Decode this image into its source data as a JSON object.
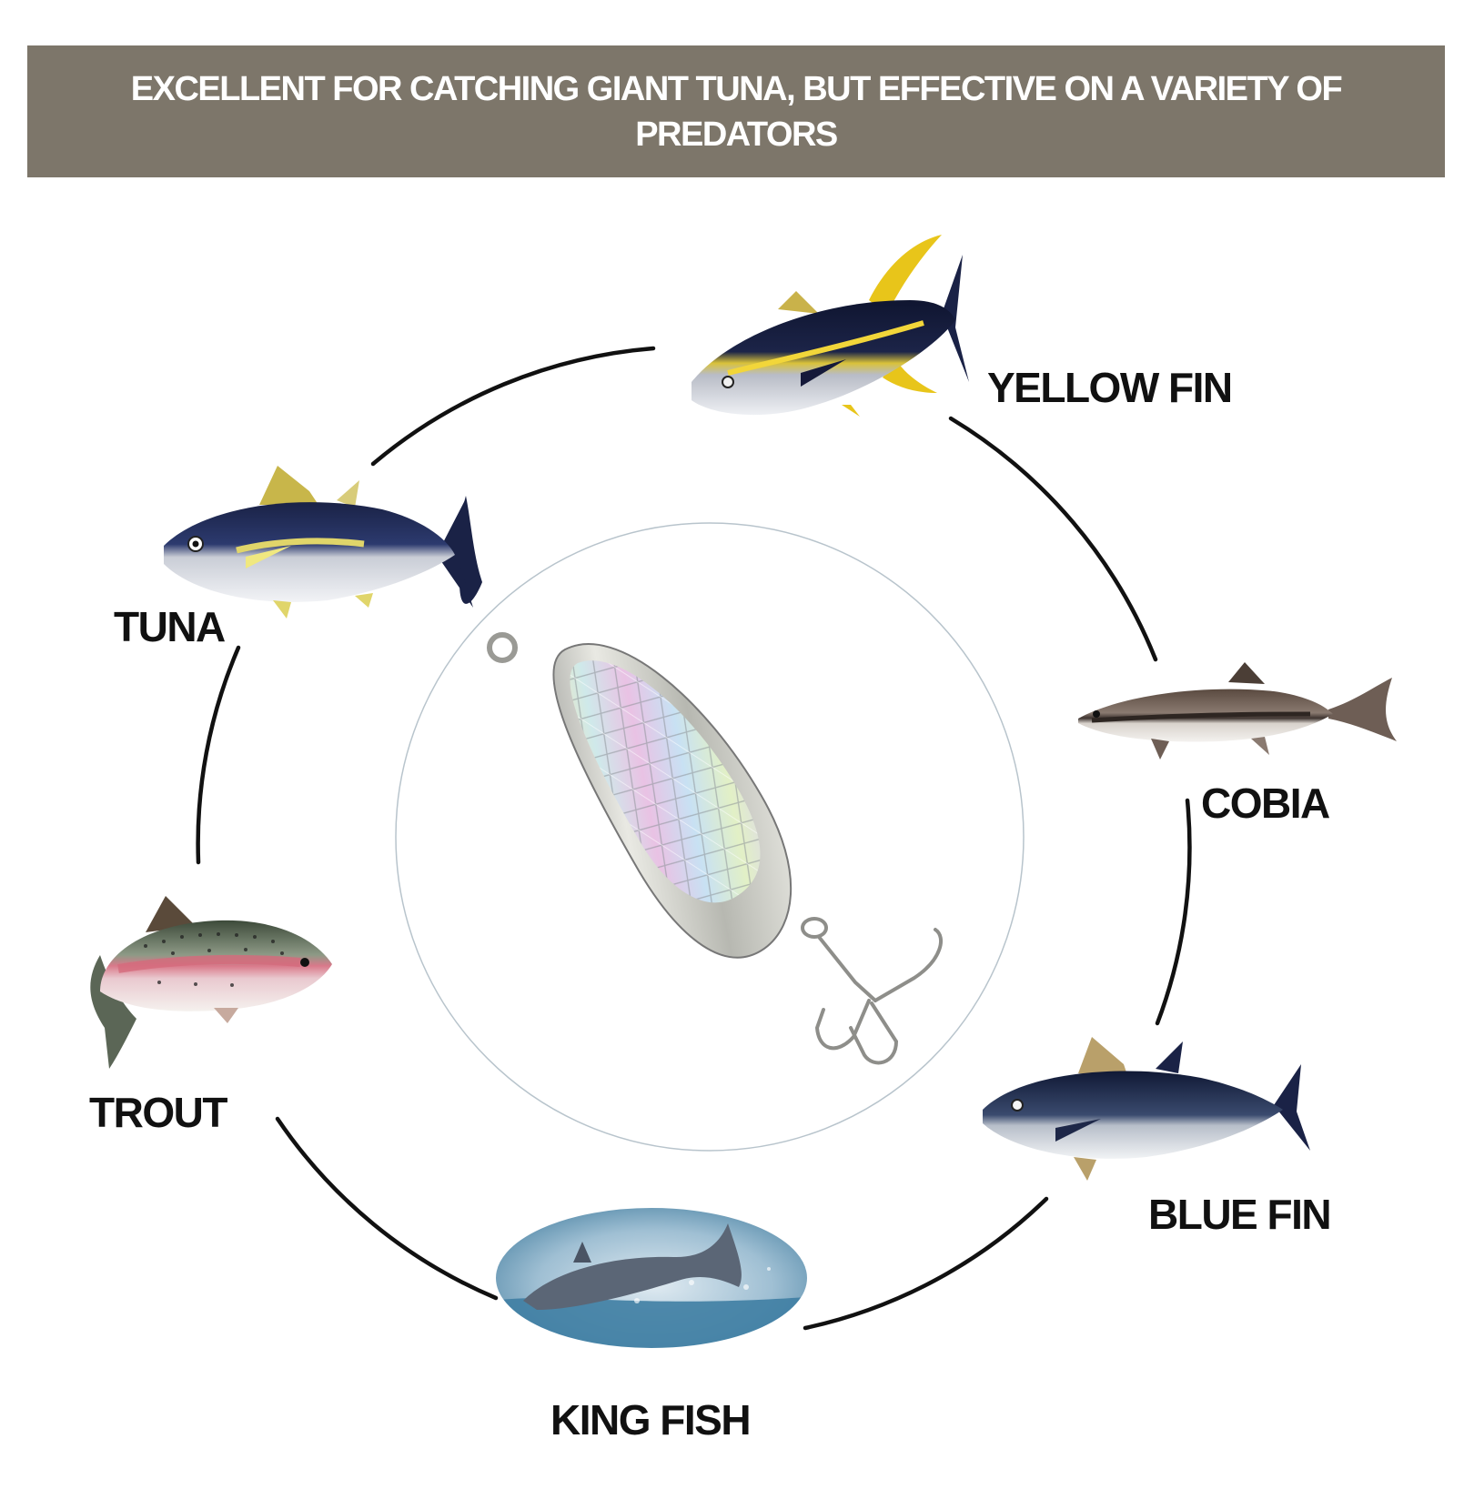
{
  "banner": {
    "title": "EXCELLENT FOR CATCHING GIANT TUNA, BUT EFFECTIVE ON A VARIETY OF PREDATORS"
  },
  "fish": [
    {
      "id": "yellow-fin",
      "label": "YELLOW FIN",
      "icon": "yellowfin-tuna-illustration"
    },
    {
      "id": "cobia",
      "label": "COBIA",
      "icon": "cobia-illustration"
    },
    {
      "id": "blue-fin",
      "label": "BLUE FIN",
      "icon": "bluefin-tuna-illustration"
    },
    {
      "id": "king-fish",
      "label": "KING FISH",
      "icon": "jumping-kingfish-photo"
    },
    {
      "id": "trout",
      "label": "TROUT",
      "icon": "rainbow-trout-illustration"
    },
    {
      "id": "tuna",
      "label": "TUNA",
      "icon": "tuna-illustration"
    }
  ],
  "center": {
    "icon": "holographic-spoon-lure-with-treble-hook"
  },
  "colors": {
    "banner_bg": "#7d766a",
    "banner_text": "#ffffff",
    "label_text": "#111111",
    "ring": "#111111",
    "yellow_fin_accent": "#e8c51a",
    "tuna_back": "#1b2550"
  }
}
